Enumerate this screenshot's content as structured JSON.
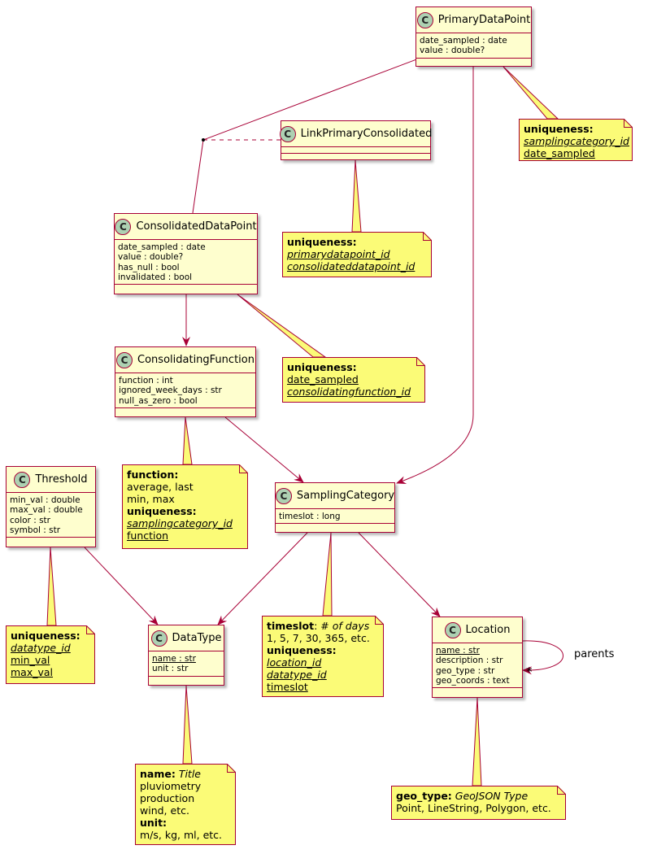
{
  "classes": {
    "primary": {
      "name": "PrimaryDataPoint",
      "stereotype": "C",
      "attributes": [
        "date_sampled : date",
        "value : double?"
      ]
    },
    "link": {
      "name": "LinkPrimaryConsolidated",
      "stereotype": "C",
      "attributes": []
    },
    "consolidated": {
      "name": "ConsolidatedDataPoint",
      "stereotype": "C",
      "attributes": [
        "date_sampled : date",
        "value : double?",
        "has_null : bool",
        "invalidated : bool"
      ]
    },
    "function": {
      "name": "ConsolidatingFunction",
      "stereotype": "C",
      "attributes": [
        "function : int",
        "ignored_week_days : str",
        "null_as_zero : bool"
      ]
    },
    "threshold": {
      "name": "Threshold",
      "stereotype": "C",
      "attributes": [
        "min_val : double",
        "max_val : double",
        "color : str",
        "symbol : str"
      ]
    },
    "sampling": {
      "name": "SamplingCategory",
      "stereotype": "C",
      "attributes": [
        "timeslot : long"
      ]
    },
    "datatype": {
      "name": "DataType",
      "stereotype": "C",
      "attributes": [
        "name : str",
        "unit : str"
      ]
    },
    "location": {
      "name": "Location",
      "stereotype": "C",
      "attributes": [
        "name : str",
        "description : str",
        "geo_type : str",
        "geo_coords : text"
      ]
    }
  },
  "notes": {
    "primary": {
      "heading": "uniqueness:",
      "fields": [
        "samplingcategory_id",
        "date_sampled"
      ]
    },
    "link": {
      "heading": "uniqueness:",
      "fields": [
        "primarydatapoint_id",
        "consolidateddatapoint_id"
      ]
    },
    "consolidated": {
      "heading": "uniqueness:",
      "fields": [
        "date_sampled",
        "consolidatingfunction_id"
      ]
    },
    "function": {
      "label": "function:",
      "lines": [
        "average, last",
        "min, max"
      ],
      "heading": "uniqueness:",
      "fields": [
        "samplingcategory_id",
        "function"
      ]
    },
    "threshold": {
      "heading": "uniqueness:",
      "fields": [
        "datatype_id",
        "min_val",
        "max_val"
      ]
    },
    "sampling": {
      "label": "timeslot",
      "label_rest": ": # ",
      "label_italic": "of days",
      "lines": [
        "1, 5, 7, 30, 365, etc."
      ],
      "heading": "uniqueness:",
      "fields": [
        "location_id",
        "datatype_id",
        "timeslot"
      ]
    },
    "datatype": {
      "label1": "name:",
      "label1_italic": "Title",
      "lines1": [
        "pluviometry",
        "production",
        "wind, etc."
      ],
      "label2": "unit:",
      "lines2": [
        "m/s, kg, ml, etc."
      ]
    },
    "location": {
      "label": "geo_type:",
      "label_italic": "GeoJSON Type",
      "lines": [
        "Point, LineString, Polygon, etc."
      ]
    }
  },
  "edges": {
    "self_label": "parents",
    "self_multiplicity": "*"
  },
  "colors": {
    "class_fill": "#FEFECE",
    "class_border": "#A80036",
    "stereotype_circle": "#ADD1B2",
    "note_fill": "#FBFB77",
    "note_line": "#A80036"
  }
}
